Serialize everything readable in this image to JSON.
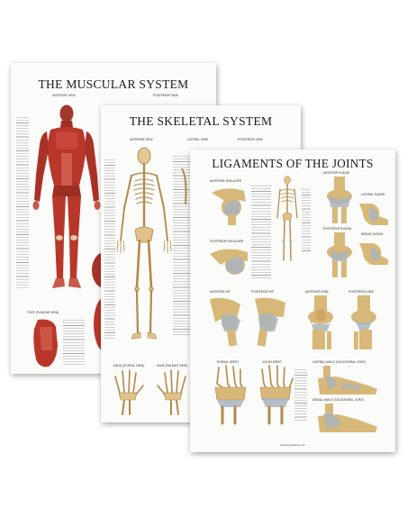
{
  "posters": {
    "muscular": {
      "title": "THE MUSCULAR SYSTEM",
      "view_labels": [
        "ANTERIOR VIEW",
        "POSTERIOR VIEW"
      ],
      "sub_label": "FOOT (PLANTAR VIEW)"
    },
    "skeletal": {
      "title": "THE SKELETAL SYSTEM",
      "view_labels": [
        "ANTERIOR VIEW",
        "LATERAL VIEW",
        "POSTERIOR VIEW"
      ],
      "hand_labels": [
        "HAND (DORSAL VIEW)",
        "HAND (PALMAR VIEW)"
      ]
    },
    "ligaments": {
      "title": "LIGAMENTS OF THE JOINTS",
      "view_labels": {
        "anterior_shoulder": "ANTERIOR SHOULDER",
        "posterior_shoulder": "POSTERIOR SHOULDER",
        "anterior_elbow": "ANTERIOR ELBOW",
        "lateral_elbow": "LATERAL ELBOW",
        "posterior_elbow": "POSTERIOR ELBOW",
        "medial_elbow": "MEDIAL ELBOW",
        "anterior_hip": "ANTERIOR HIP",
        "posterior_hip": "POSTERIOR HIP",
        "anterior_knee": "ANTERIOR KNEE",
        "posterior_knee": "POSTERIOR KNEE",
        "dorsal_wrist": "DORSAL WRIST",
        "volar_wrist": "VOLAR WRIST",
        "lateral_ankle": "LATERAL ANKLE (TALOCRURAL JOINT)",
        "medial_ankle": "MEDIAL ANKLE (TALOCRURAL JOINT)"
      },
      "footer": "anatomyposters.com"
    }
  },
  "colors": {
    "muscle": "#b8372a",
    "muscle_dark": "#7d1f17",
    "bone": "#d8b878",
    "bone_dark": "#9c7a3c",
    "ligament": "#a9b3bd"
  }
}
